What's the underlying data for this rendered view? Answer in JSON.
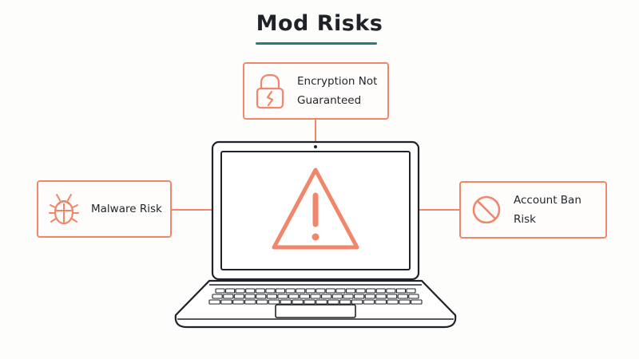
{
  "title": "Mod Risks",
  "cards": {
    "encryption": {
      "label": "Encryption Not Guaranteed",
      "icon": "broken-padlock-icon"
    },
    "malware": {
      "label": "Malware Risk",
      "icon": "bug-icon"
    },
    "account_ban": {
      "label": "Account Ban Risk",
      "icon": "prohibited-icon"
    }
  },
  "center": {
    "icon": "warning-triangle-icon",
    "device": "laptop"
  },
  "colors": {
    "accent": "#f0876a",
    "underline": "#2b7a7a",
    "ink": "#1f2329"
  }
}
